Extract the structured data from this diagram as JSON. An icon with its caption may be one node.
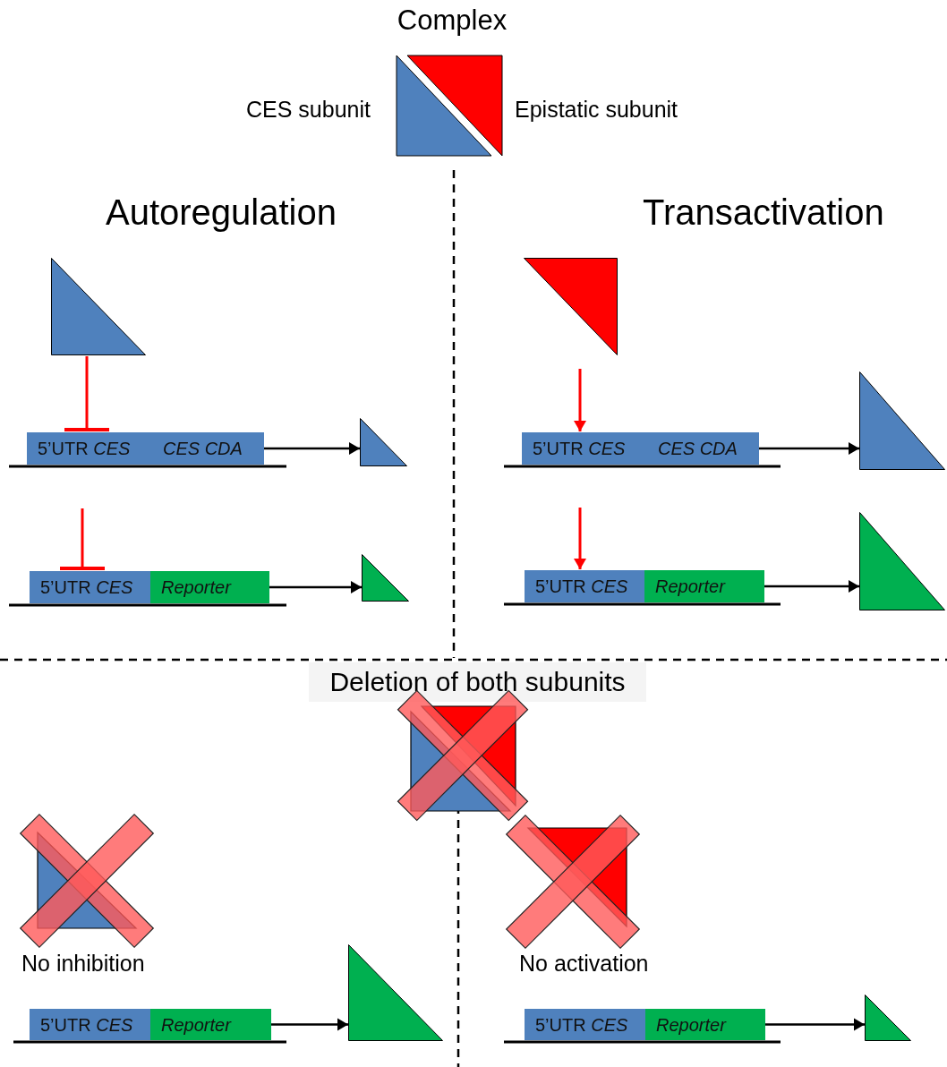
{
  "diagram": {
    "nodes": [
      {
        "text": [
          "Complex"
        ],
        "beside": [
          "CES subunit",
          "Epistatic subunit"
        ]
      },
      {
        "text": [],
        "shape": "triangle"
      },
      {
        "text": [
          "5’UTR *CES*",
          "CES CDA"
        ]
      },
      {
        "text": [],
        "shape": "triangle"
      },
      {
        "text": [
          "5’UTR *CES*",
          "Reporter"
        ]
      },
      {
        "text": [],
        "shape": "triangle"
      },
      {
        "text": [],
        "shape": "triangle"
      },
      {
        "text": [
          "5’UTR *CES*",
          "CES CDA"
        ]
      },
      {
        "text": [],
        "shape": "triangle"
      },
      {
        "text": [
          "5’UTR *CES*",
          "Reporter"
        ]
      },
      {
        "text": [],
        "shape": "triangle"
      },
      {
        "text": [
          "Deletion of both subunits"
        ]
      },
      {
        "text": [
          "No inhibition"
        ]
      },
      {
        "text": [
          "5’UTR *CES*",
          "Reporter"
        ]
      },
      {
        "text": [],
        "shape": "triangle"
      },
      {
        "text": [
          "No activation"
        ]
      },
      {
        "text": [
          "5’UTR *CES*",
          "Reporter"
        ]
      },
      {
        "text": [],
        "shape": "triangle"
      }
    ],
    "edges": [
      {
        "from": 1,
        "to": 2,
        "arrow": "other",
        "color": "#ff0000"
      },
      {
        "from": 2,
        "to": 3,
        "arrow": "to"
      },
      {
        "from": null,
        "to": 4,
        "arrow": "other",
        "color": "#ff0000"
      },
      {
        "from": 4,
        "to": 5,
        "arrow": "to"
      },
      {
        "from": null,
        "to": 7,
        "arrow": "to",
        "color": "#ff0000"
      },
      {
        "from": 7,
        "to": 8,
        "arrow": "to"
      },
      {
        "from": null,
        "to": 9,
        "arrow": "to",
        "color": "#ff0000"
      },
      {
        "from": 9,
        "to": 10,
        "arrow": "to"
      },
      {
        "from": 13,
        "to": 14,
        "arrow": "to"
      },
      {
        "from": 16,
        "to": 17,
        "arrow": "to"
      }
    ],
    "labels": [
      "Autoregulation",
      "Transactivation"
    ]
  }
}
